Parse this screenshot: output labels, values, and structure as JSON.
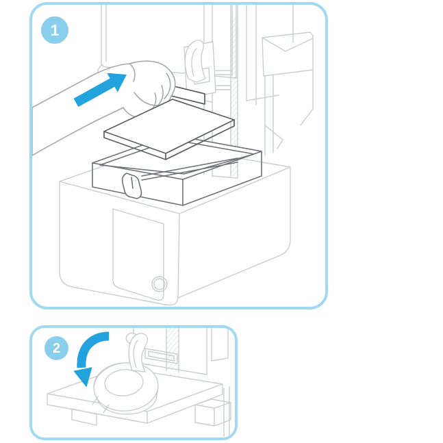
{
  "figure": {
    "kind": "instructional-diagram",
    "panel_count": 2
  },
  "steps": [
    {
      "number": "1",
      "arrow_icon": "insert-direction-arrow-icon"
    },
    {
      "number": "2",
      "arrow_icon": "rotate-down-arrow-icon"
    }
  ],
  "colors": {
    "panel_border": "#A2D9F2",
    "badge_fill": "#8ACEEE",
    "badge_text": "#FFFFFF",
    "arrow_blue": "#23A3DD",
    "line_light": "#C9CDD1",
    "line_mid": "#A3A8AC",
    "line_dark": "#5B5E62",
    "line_tray": "#6E7175",
    "background": "#FFFFFF"
  }
}
